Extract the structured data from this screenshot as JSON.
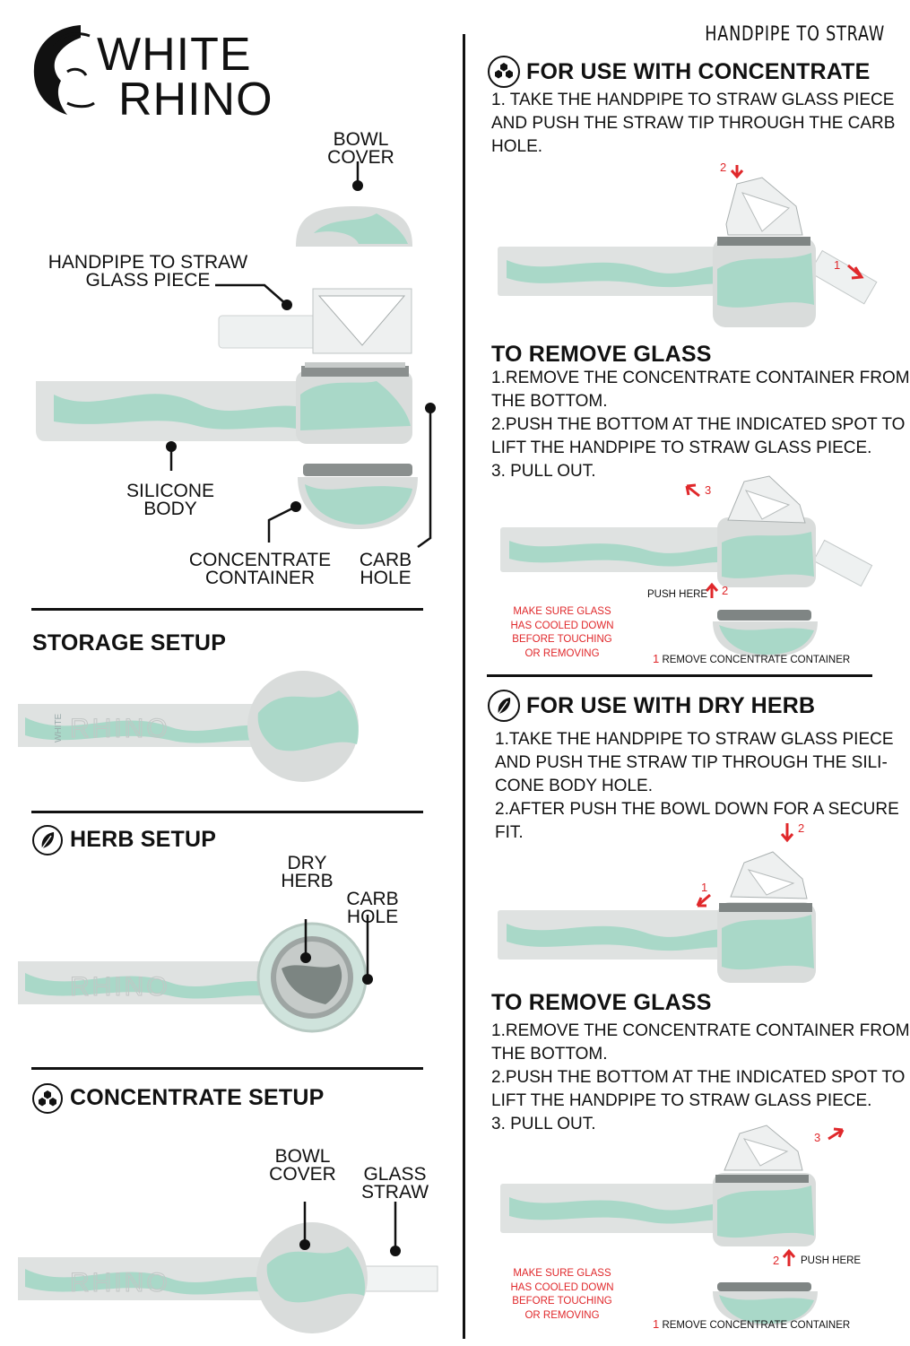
{
  "brand": {
    "line1": "WHITE",
    "line2": "RHINO"
  },
  "doc_title": "HANDPIPE TO STRAW",
  "parts": {
    "bowl_cover": [
      "BOWL",
      "COVER"
    ],
    "glass_piece": [
      "HANDPIPE TO STRAW",
      "GLASS PIECE"
    ],
    "silicone_body": [
      "SILICONE",
      "BODY"
    ],
    "concentrate_container": [
      "CONCENTRATE",
      "CONTAINER"
    ],
    "carb_hole": [
      "CARB",
      "HOLE"
    ]
  },
  "storage": {
    "title": "STORAGE SETUP"
  },
  "herb_setup": {
    "title": "HERB SETUP",
    "dry_herb": [
      "DRY",
      "HERB"
    ],
    "carb_hole": [
      "CARB",
      "HOLE"
    ]
  },
  "concentrate_setup": {
    "title": "CONCENTRATE SETUP",
    "bowl_cover": [
      "BOWL",
      "COVER"
    ],
    "glass_straw": [
      "GLASS",
      "STRAW"
    ]
  },
  "pipe_watermark": {
    "small": "WHITE",
    "big": "RHINO"
  },
  "concentrate_use": {
    "title": "FOR USE WITH CONCENTRATE",
    "lines": [
      "1. TAKE THE HANDPIPE TO STRAW GLASS PIECE",
      "AND PUSH THE STRAW TIP THROUGH THE CARB",
      "HOLE."
    ],
    "step_a": "2",
    "step_b": "1"
  },
  "remove_1": {
    "title": "TO REMOVE GLASS",
    "lines": [
      "1.REMOVE THE CONCENTRATE CONTAINER FROM",
      "THE BOTTOM.",
      "2.PUSH THE BOTTOM AT THE INDICATED SPOT TO",
      "LIFT THE HANDPIPE TO STRAW GLASS PIECE.",
      "3. PULL OUT."
    ],
    "n3": "3",
    "n2": "2",
    "n1": "1",
    "push_here": "PUSH HERE",
    "warning": [
      "MAKE SURE GLASS",
      "HAS COOLED DOWN",
      "BEFORE TOUCHING",
      "OR REMOVING"
    ],
    "remove_container": "REMOVE CONCENTRATE CONTAINER"
  },
  "herb_use": {
    "title": "FOR USE WITH DRY HERB",
    "lines": [
      "1.TAKE THE HANDPIPE TO STRAW GLASS PIECE",
      "AND PUSH THE STRAW TIP THROUGH THE SILI-",
      "CONE BODY HOLE.",
      "2.AFTER PUSH THE BOWL DOWN FOR A SECURE",
      "FIT."
    ],
    "n1": "1",
    "n2": "2"
  },
  "remove_2": {
    "title": "TO REMOVE GLASS",
    "lines": [
      "1.REMOVE THE CONCENTRATE CONTAINER FROM",
      "THE BOTTOM.",
      "2.PUSH THE BOTTOM AT THE INDICATED SPOT TO",
      "LIFT THE HANDPIPE TO STRAW GLASS PIECE.",
      "3. PULL OUT."
    ],
    "n3": "3",
    "n2": "2",
    "n1": "1",
    "push_here": "PUSH HERE",
    "warning": [
      "MAKE SURE GLASS",
      "HAS COOLED DOWN",
      "BEFORE TOUCHING",
      "OR REMOVING"
    ],
    "remove_container": "REMOVE CONCENTRATE CONTAINER"
  },
  "colors": {
    "mint": "#a9d8c8",
    "grey": "#e2e4e3",
    "ring": "#7a7e7d",
    "red": "#e0282b"
  }
}
